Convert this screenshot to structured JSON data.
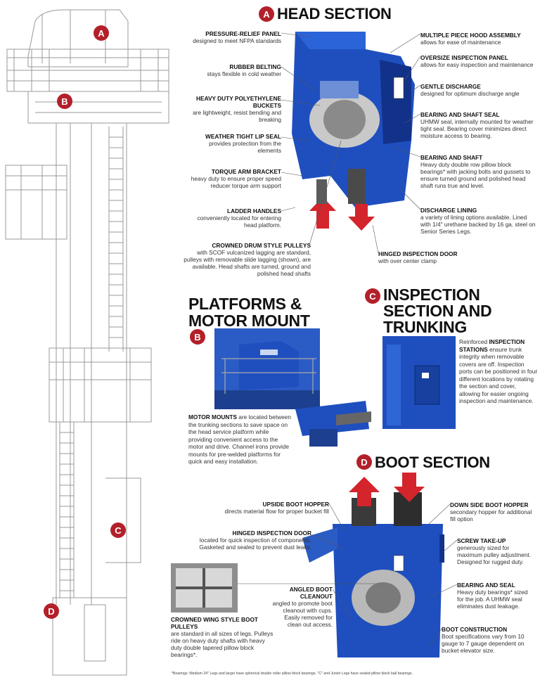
{
  "badges": {
    "a": "A",
    "b": "B",
    "c": "C",
    "d": "D"
  },
  "head": {
    "title": "HEAD SECTION",
    "labels": [
      {
        "title": "PRESSURE-RELIEF PANEL",
        "body": "designed to meet NFPA standards"
      },
      {
        "title": "RUBBER BELTING",
        "body": "stays flexible in cold weather"
      },
      {
        "title": "HEAVY DUTY POLYETHYLENE BUCKETS",
        "body": "are lightweight, resist bending and breaking"
      },
      {
        "title": "WEATHER TIGHT LIP SEAL",
        "body": "provides protection from the elements"
      },
      {
        "title": "TORQUE ARM BRACKET",
        "body": "heavy duty to ensure proper speed reducer torque arm support"
      },
      {
        "title": "LADDER HANDLES",
        "body": "conveniently located for entering head platform."
      },
      {
        "title": "CROWNED DRUM STYLE PULLEYS",
        "body": "with SCOF vulcanized lagging are standard, pulleys with removable slide lagging (shown), are available. Head shafts are turned, ground and polished head shafts"
      },
      {
        "title": "MULTIPLE PIECE HOOD ASSEMBLY",
        "body": "allows for ease of maintenance"
      },
      {
        "title": "OVERSIZE INSPECTION PANEL",
        "body": "allows for easy inspection and maintenance"
      },
      {
        "title": "GENTLE DISCHARGE",
        "body": "designed for optimum discharge angle"
      },
      {
        "title": "BEARING AND SHAFT SEAL",
        "body": "UHMW seal, internally mounted for weather tight seal. Bearing cover minimizes direct moisture access to bearing."
      },
      {
        "title": "BEARING AND SHAFT",
        "body": "Heavy duty double row pillow block bearings* with jacking bolts and gussets to ensure turned ground and polished head shaft runs true and level."
      },
      {
        "title": "DISCHARGE LINING",
        "body": "a variety of lining options available. Lined with 1/4\" urethane backed by 16 ga. steel on Senior Series Legs."
      },
      {
        "title": "HINGED INSPECTION DOOR",
        "body": "with over center clamp"
      }
    ]
  },
  "platforms": {
    "title_line1": "PLATFORMS &",
    "title_line2": "MOTOR MOUNT",
    "lead": "MOTOR MOUNTS",
    "body": " are located between the trunking sections to save space on the head service platform while providing convenient access to the motor and drive. Channel irons provide mounts for pre-welded platforms for quick and easy installation."
  },
  "inspection": {
    "title_line1": "INSPECTION",
    "title_line2": "SECTION AND",
    "title_line3": "TRUNKING",
    "lead_plain": "Reinforced ",
    "lead_bold": "INSPECTION STATIONS",
    "body": " ensure trunk integrity when removable covers are off. Inspection ports can be positioned in four different locations by rotating the section and cover, allowing for easier ongoing inspection and maintenance."
  },
  "boot": {
    "title": "BOOT SECTION",
    "labels": [
      {
        "title": "UPSIDE BOOT HOPPER",
        "body": "directs material flow for proper bucket fill"
      },
      {
        "title": "HINGED INSPECTION DOOR",
        "body": "located for quick inspection of components. Gasketed and sealed to prevent dust leaks."
      },
      {
        "title": "ANGLED BOOT CLEANOUT",
        "body": "angled to promote boot cleanout with cups. Easily removed for clean out access."
      },
      {
        "title": "CROWNED WING STYLE BOOT PULLEYS",
        "body": "are standard in all sizes of legs. Pulleys ride on heavy duty shafts with heavy duty double tapered pillow block bearings*."
      },
      {
        "title": "DOWN SIDE BOOT HOPPER",
        "body": "secondary hopper for additional fill option"
      },
      {
        "title": "SCREW TAKE-UP",
        "body": "generously sized for maximum pulley adjustment. Designed for rugged duty."
      },
      {
        "title": "BEARING AND SEAL",
        "body": "Heavy duty bearings* sized for the job. A UHMW seal eliminates dust leakage."
      },
      {
        "title": "BOOT CONSTRUCTION",
        "body": "Boot specifications vary from 10 gauge to 7 gauge dependent on bucket elevator size."
      }
    ]
  },
  "footnote": "*Bearings: Medium 24\" Legs and larger have spherical double roller pillow block bearings. \"C\" and Junior Legs have sealed pillow block ball bearings.",
  "colors": {
    "accent": "#b3202a",
    "machine_blue": "#1f4fbf",
    "dark_blue": "#12328a"
  }
}
